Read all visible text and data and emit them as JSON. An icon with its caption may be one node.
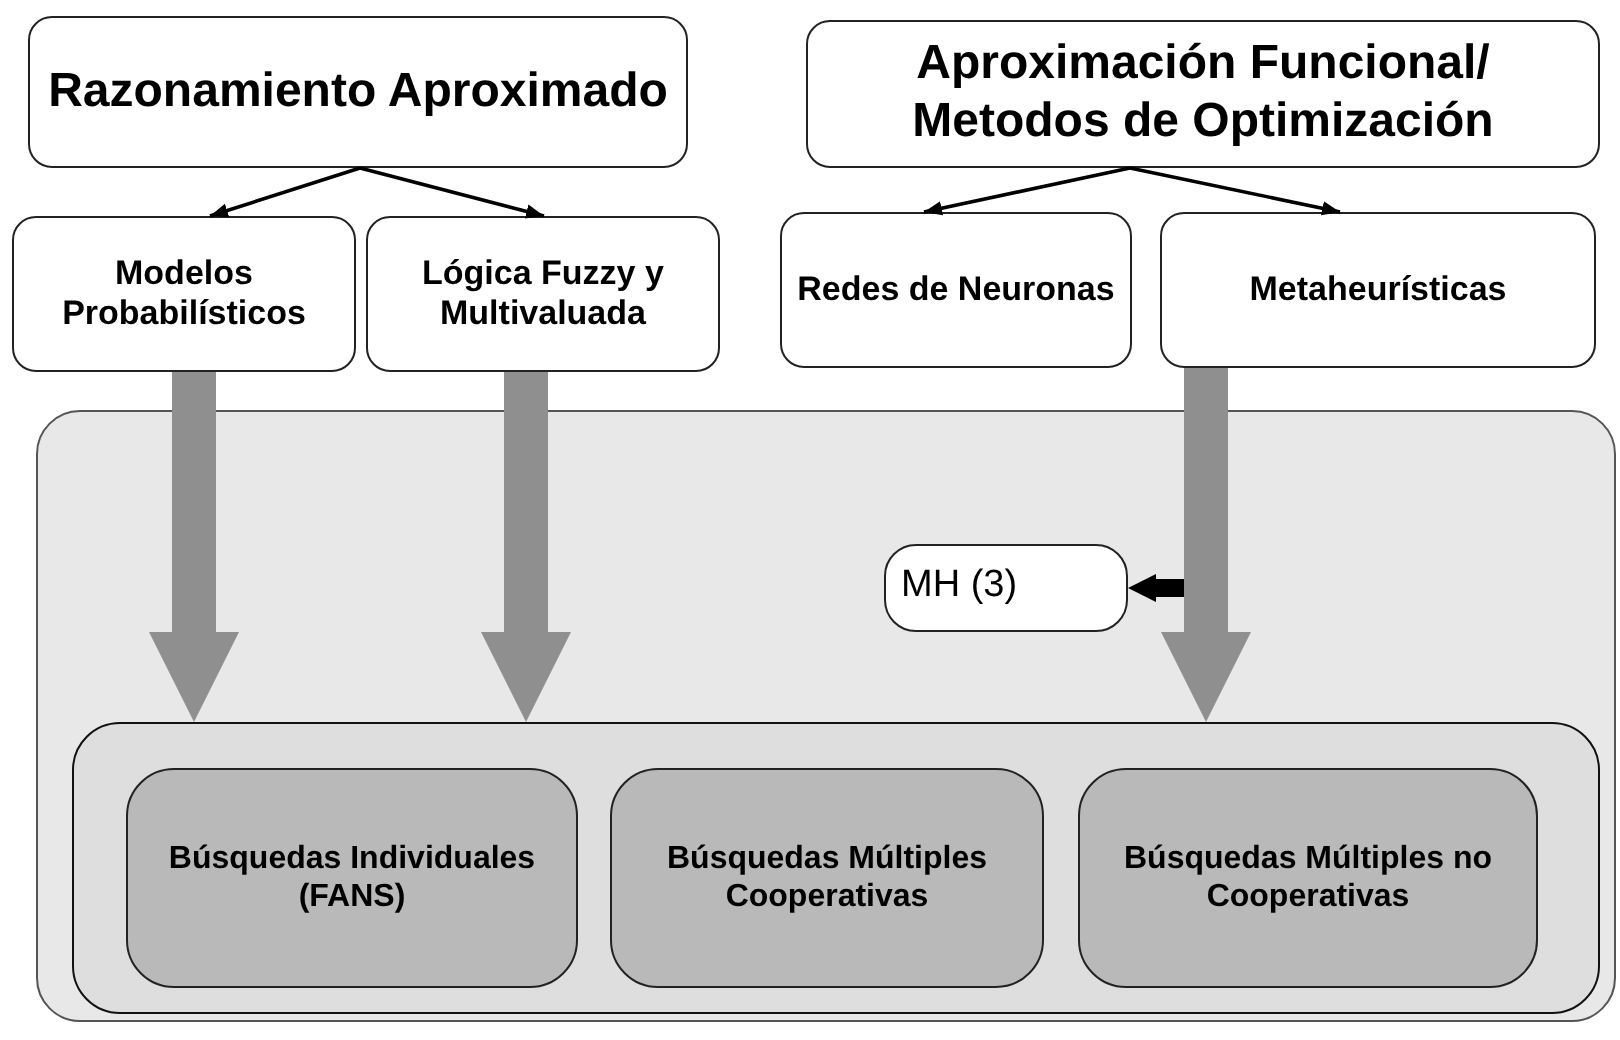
{
  "diagram": {
    "nodes": [
      {
        "text": [
          "Razonamiento Aproximado"
        ]
      },
      {
        "text": [
          "Modelos Probabilísticos"
        ]
      },
      {
        "text": [
          "Lógica Fuzzy y Multivaluada"
        ]
      },
      {
        "text": [
          "Aproximación Funcional/ Metodos de Optimización"
        ]
      },
      {
        "text": [
          "Redes de Neuronas"
        ]
      },
      {
        "text": [
          "Metaheurísticas"
        ]
      },
      {
        "text": [],
        "shape": "box"
      },
      {
        "text": [
          "MH (3)"
        ],
        "in": 6
      },
      {
        "text": [],
        "shape": "box",
        "in": 6
      },
      {
        "text": [
          "Búsquedas Individuales (FANS)"
        ],
        "in": 8
      },
      {
        "text": [
          "Búsquedas Múltiples Cooperativas"
        ],
        "in": 8
      },
      {
        "text": [
          "Búsquedas Múltiples no Cooperativas"
        ],
        "in": 8
      }
    ],
    "edges": [
      {
        "from": 0,
        "to": 1,
        "arrow": "to"
      },
      {
        "from": 0,
        "to": 2,
        "arrow": "to"
      },
      {
        "from": 3,
        "to": 4,
        "arrow": "to"
      },
      {
        "from": 3,
        "to": 5,
        "arrow": "to"
      },
      {
        "from": 1,
        "to": 8,
        "arrow": "to",
        "style": "thick",
        "color": "#8f8f8f"
      },
      {
        "from": 2,
        "to": 8,
        "arrow": "to",
        "style": "thick",
        "color": "#8f8f8f"
      },
      {
        "from": 5,
        "to": 8,
        "arrow": "to",
        "style": "thick",
        "color": "#8f8f8f"
      },
      {
        "from": null,
        "to": 7,
        "arrow": "to",
        "style": "thick"
      }
    ]
  }
}
